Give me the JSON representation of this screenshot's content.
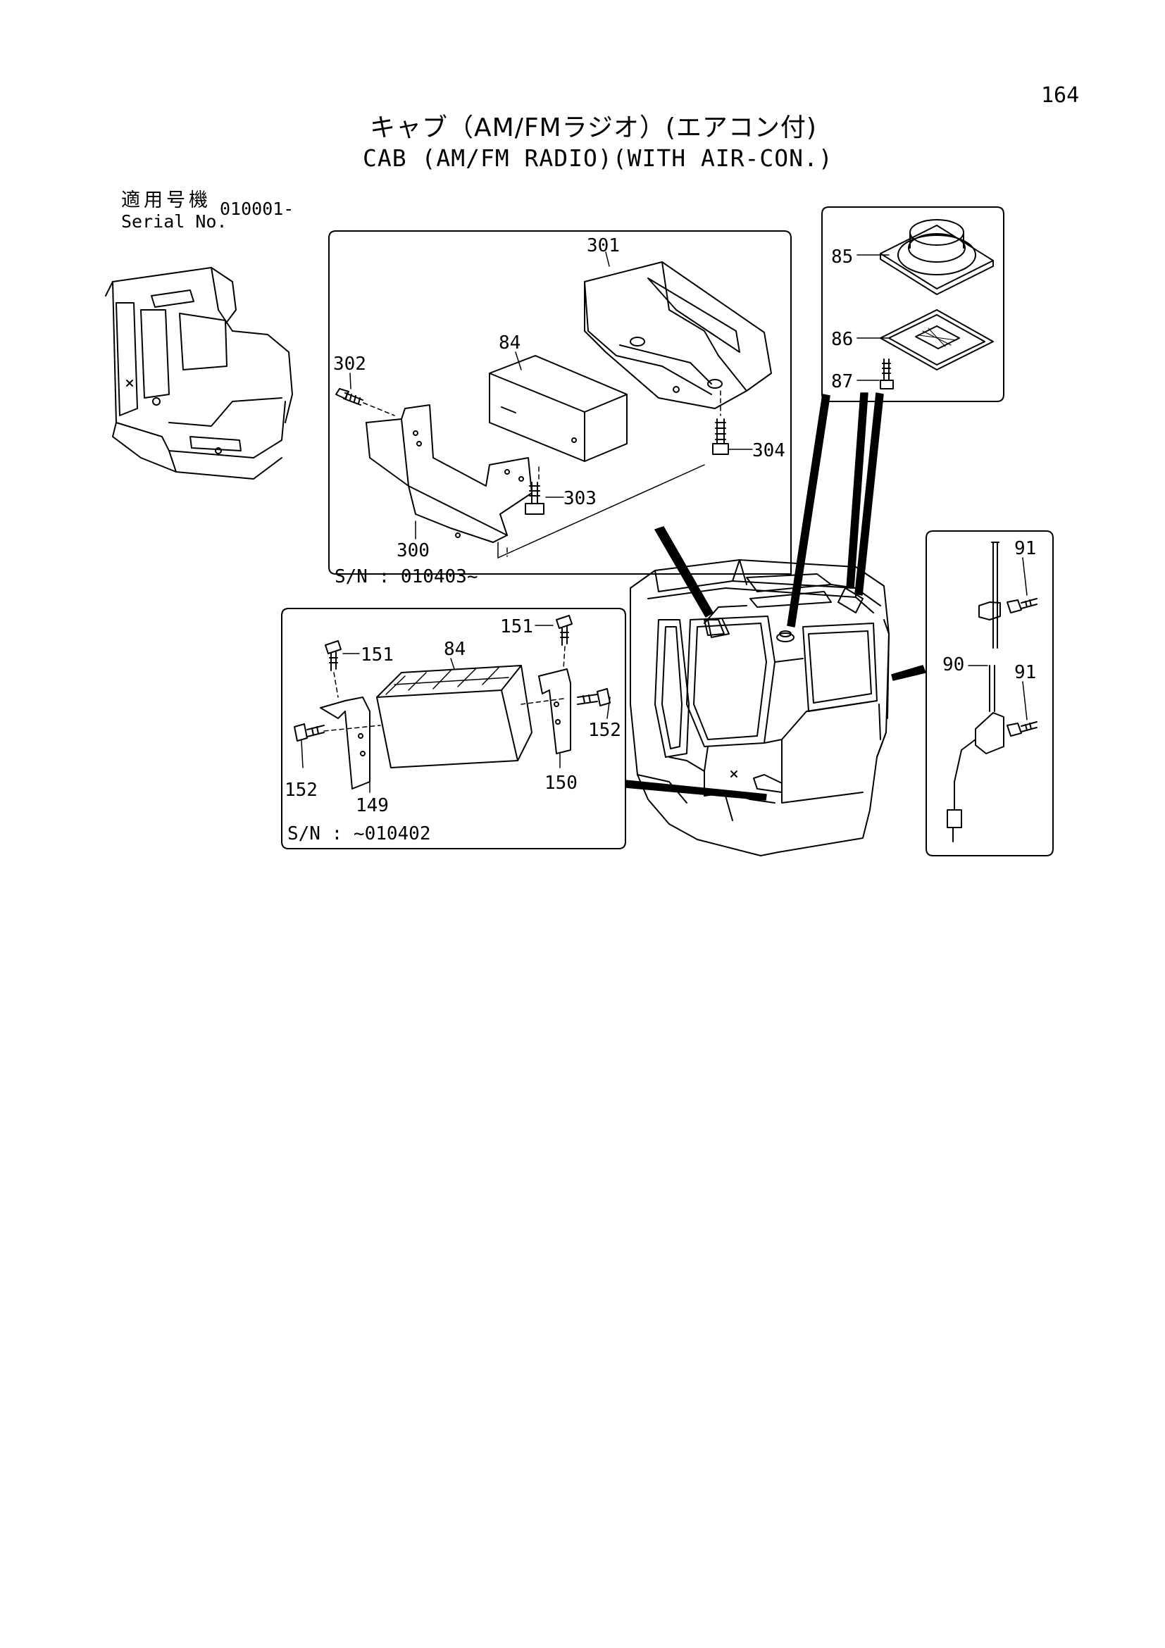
{
  "page": {
    "number": "164",
    "title_jp": "キャブ（AM/FMラジオ）(エアコン付)",
    "title_en": "CAB (AM/FM RADIO)(WITH AIR-CON.)",
    "serial_label_jp": "適用号機",
    "serial_label_en": "Serial No.",
    "serial_value": "010001-"
  },
  "panels": {
    "upper_left": {
      "sn": "S/N : 010403~",
      "labels": {
        "p301": "301",
        "p84": "84",
        "p302": "302",
        "p304": "304",
        "p303": "303",
        "p300": "300"
      }
    },
    "lower_left": {
      "sn": "S/N : ~010402",
      "labels": {
        "p151a": "151",
        "p151b": "151",
        "p84": "84",
        "p152a": "152",
        "p152b": "152",
        "p149": "149",
        "p150": "150"
      }
    },
    "speaker": {
      "labels": {
        "p85": "85",
        "p86": "86",
        "p87": "87"
      }
    },
    "antenna": {
      "labels": {
        "p91a": "91",
        "p90": "90",
        "p91b": "91"
      }
    }
  }
}
